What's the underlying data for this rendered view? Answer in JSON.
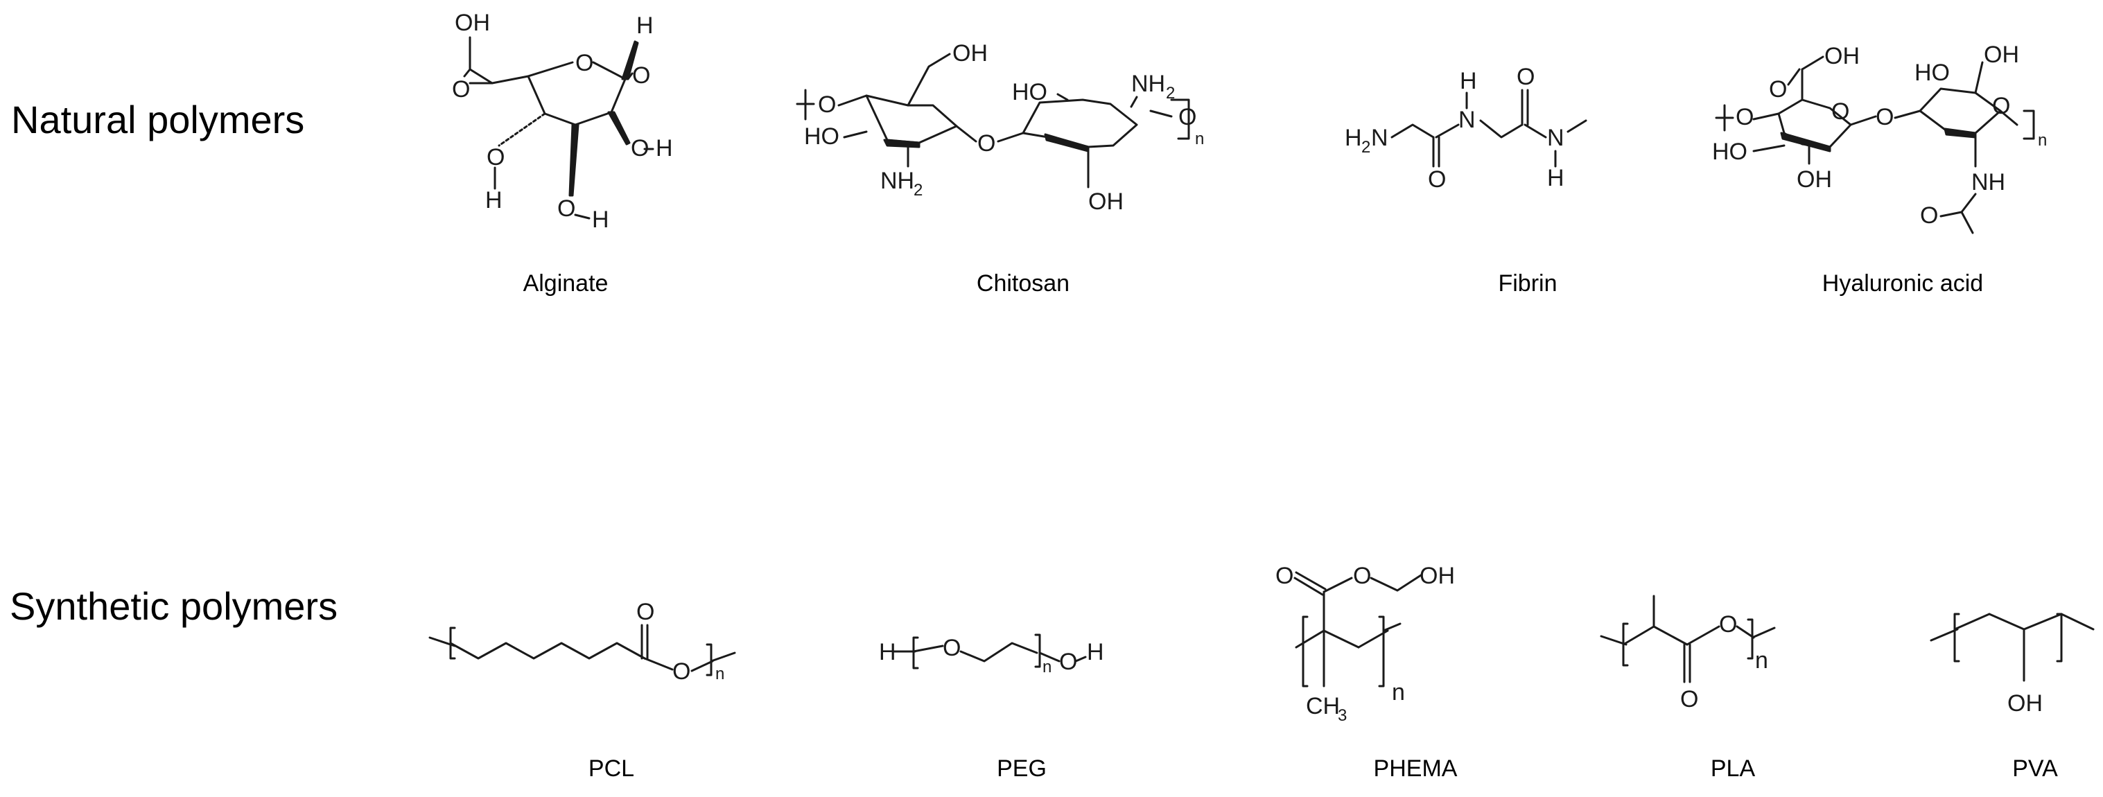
{
  "rows": {
    "natural_label": "Natural polymers",
    "synthetic_label": "Synthetic polymers"
  },
  "natural": [
    {
      "name": "Alginate"
    },
    {
      "name": "Chitosan"
    },
    {
      "name": "Fibrin"
    },
    {
      "name": "Hyaluronic acid"
    }
  ],
  "synthetic": [
    {
      "name": "PCL"
    },
    {
      "name": "PEG"
    },
    {
      "name": "PHEMA"
    },
    {
      "name": "PLA"
    },
    {
      "name": "PVA"
    }
  ],
  "atoms": {
    "oh": "OH",
    "o": "O",
    "h": "H",
    "n": "N",
    "c": "C",
    "nh2": "NH",
    "h2n": "H",
    "sub2": "2",
    "sub3": "3",
    "ch3": "CH",
    "repeat": "n",
    "ho": "HO",
    "nh": "NH"
  }
}
